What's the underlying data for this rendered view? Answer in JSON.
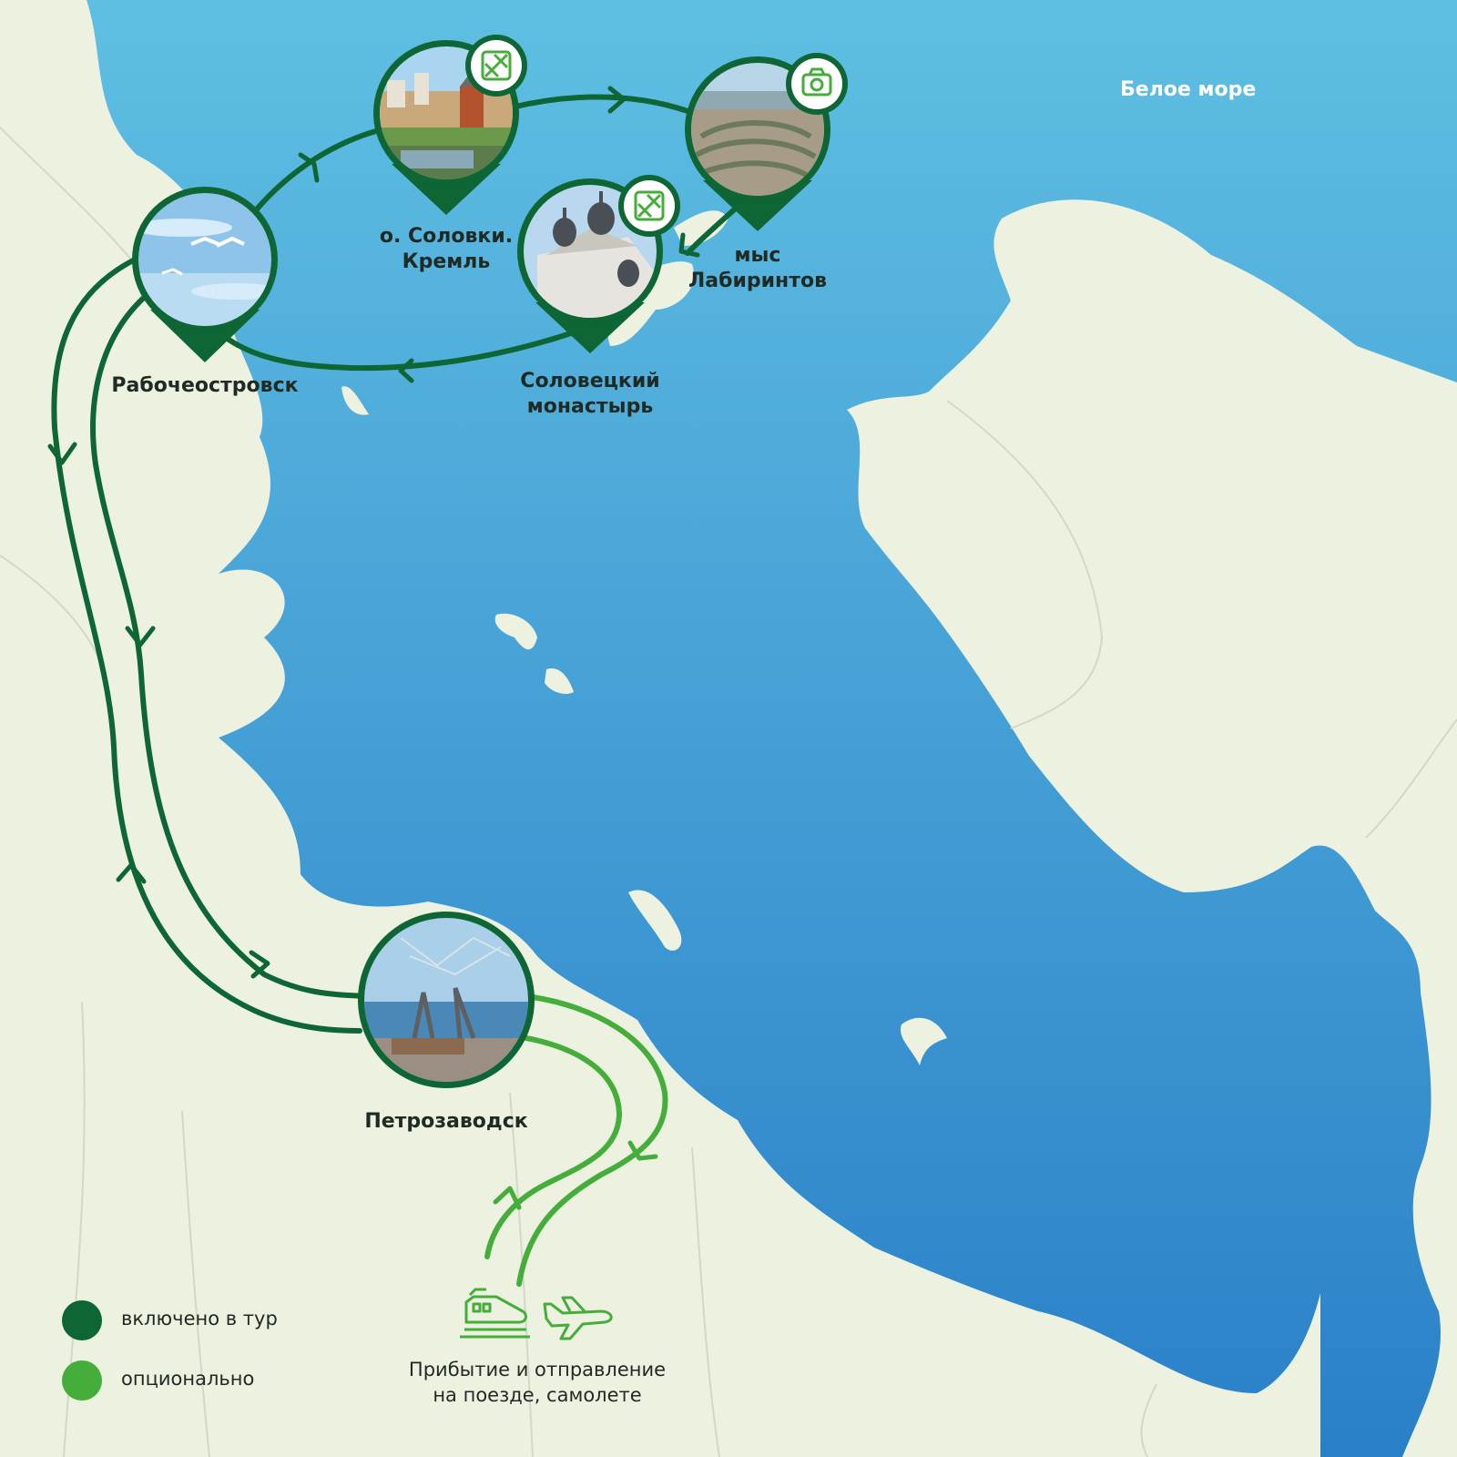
{
  "map": {
    "sea_label": "Белое море",
    "colors": {
      "land": "#edf1e0",
      "sea_top": "#5fbfe2",
      "sea_bottom": "#2a80c8",
      "route_included": "#0d6633",
      "route_optional": "#45ad3a",
      "label_text": "#1f2a24"
    },
    "stops": [
      {
        "id": "rabocheostrovsk",
        "name": "Рабочеостровск",
        "photo": "seagulls-sky-photo"
      },
      {
        "id": "kremlin",
        "name_line1": "о. Соловки.",
        "name_line2": "Кремль",
        "photo": "solovetsky-kremlin-photo",
        "badge_icon": "no-entry-pattern-icon"
      },
      {
        "id": "labyrinth",
        "name_line1": "мыс",
        "name_line2": "Лабиринтов",
        "photo": "stone-labyrinth-photo",
        "badge_icon": "camera-icon"
      },
      {
        "id": "monastery",
        "name_line1": "Соловецкий",
        "name_line2": "монастырь",
        "photo": "monastery-domes-photo",
        "badge_icon": "no-entry-pattern-icon"
      },
      {
        "id": "petrozavodsk",
        "name": "Петрозаводск",
        "photo": "fishermen-sculpture-photo"
      }
    ],
    "transport_icons": [
      "train-icon",
      "airplane-icon"
    ],
    "arrival_line1": "Прибытие и отправление",
    "arrival_line2": "на поезде, самолете"
  },
  "legend": {
    "included": "включено в тур",
    "optional": "опционально"
  }
}
